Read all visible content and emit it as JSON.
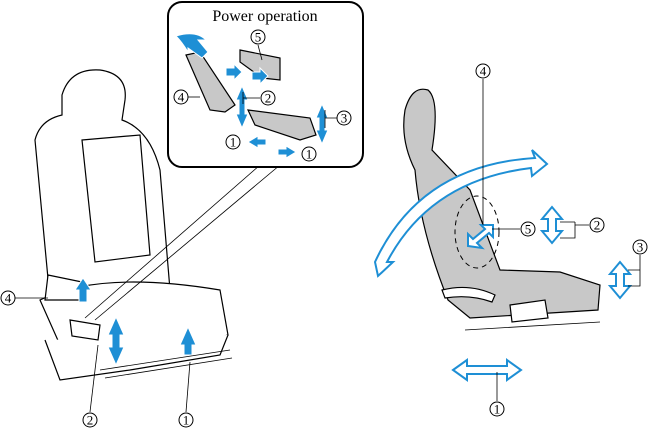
{
  "inset": {
    "title": "Power operation"
  },
  "callouts": {
    "inset_5": "5",
    "inset_4": "4",
    "inset_2": "2",
    "inset_3": "3",
    "inset_1a": "1",
    "inset_1b": "1",
    "left_4": "4",
    "left_2": "2",
    "left_1": "1",
    "right_4": "4",
    "right_5": "5",
    "right_2": "2",
    "right_3": "3",
    "right_1": "1"
  },
  "colors": {
    "arrow": "#1e8fd5",
    "seat_gray": "#c8c8c8"
  }
}
